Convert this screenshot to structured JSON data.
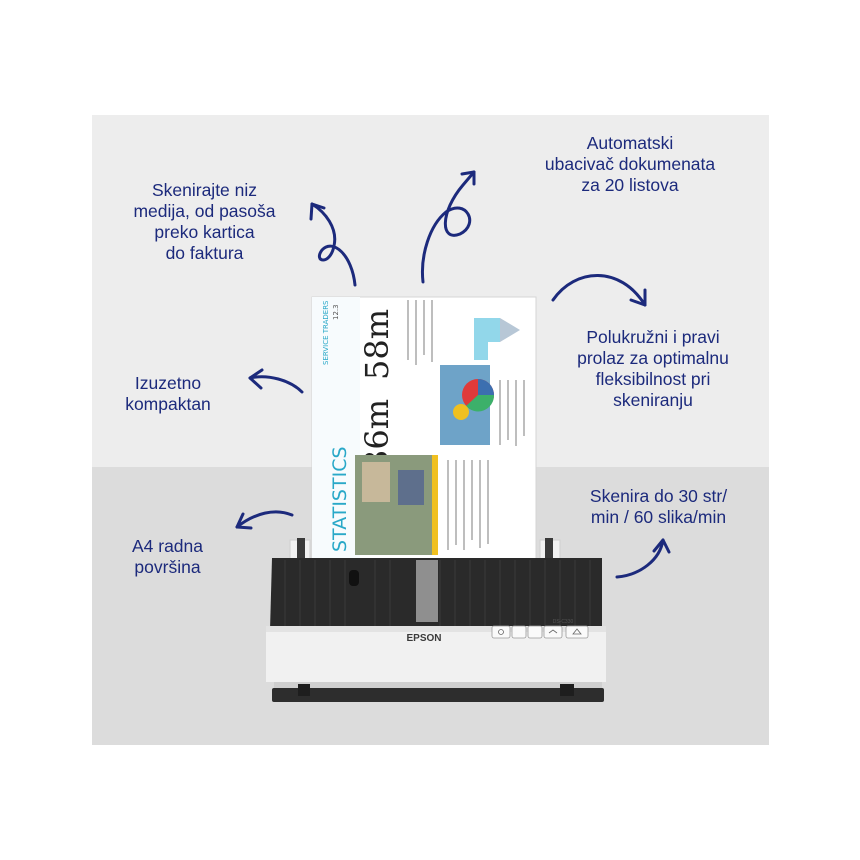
{
  "callouts": {
    "media": [
      "Skenirajte niz",
      "medija, od pasoša",
      "preko kartica",
      "do faktura"
    ],
    "feeder": [
      "Automatski",
      "ubacivač dokumenata",
      "za 20 listova"
    ],
    "path": [
      "Polukružni i pravi",
      "prolaz za optimalnu",
      "fleksibilnost pri",
      "skeniranju"
    ],
    "compact": [
      "Izuzetno",
      "kompaktan"
    ],
    "area": [
      "A4 radna",
      "površina"
    ],
    "speed": [
      "Skenira do 30 str/",
      "min / 60 slika/min"
    ]
  },
  "scanner": {
    "brand": "EPSON",
    "model": "DS-C330"
  },
  "document": {
    "side_title": "STATISTICS",
    "side_subtitle": "SERVICE TRADERS",
    "side_number": "12.3",
    "big_value_1": "36m",
    "big_value_2": "58m"
  },
  "colors": {
    "accent": "#1c2a7c",
    "background": "#ededed",
    "floor": "#dcdcdc",
    "scanner_body": "#f1f1f1",
    "scanner_top": "#2a2a2a"
  },
  "icons": [
    "arrow-icon",
    "power-icon",
    "scan-button-icon",
    "wifi-icon"
  ]
}
